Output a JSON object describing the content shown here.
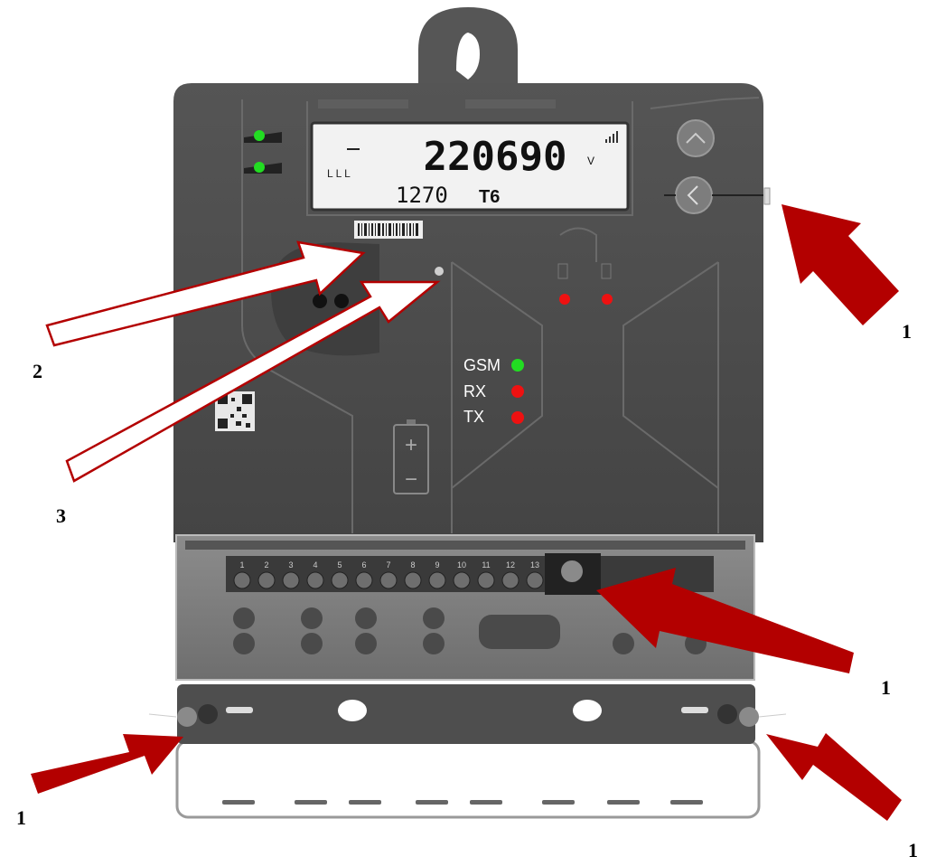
{
  "display": {
    "main_value": "220690",
    "unit": "V",
    "sub_value": "1270",
    "tariff": "T6",
    "phase_marks": "L L L"
  },
  "indicators": [
    {
      "label": "GSM",
      "color": "#22dd22"
    },
    {
      "label": "RX",
      "color": "#ee1111"
    },
    {
      "label": "TX",
      "color": "#ee1111"
    }
  ],
  "callouts": {
    "seal_top_right": "1",
    "seal_terminal": "1",
    "seal_bottom_left": "1",
    "seal_bottom_right": "1",
    "barcode": "2",
    "optical_port": "3"
  },
  "battery": {
    "plus": "+",
    "minus": "−"
  },
  "terminals": [
    "1",
    "2",
    "3",
    "4",
    "5",
    "6",
    "7",
    "8",
    "9",
    "10",
    "11",
    "12",
    "13"
  ],
  "colors": {
    "meter_body": "#4a4a4a",
    "arrow_solid": "#b30000",
    "led_green": "#22dd22",
    "led_red": "#ee1111"
  }
}
